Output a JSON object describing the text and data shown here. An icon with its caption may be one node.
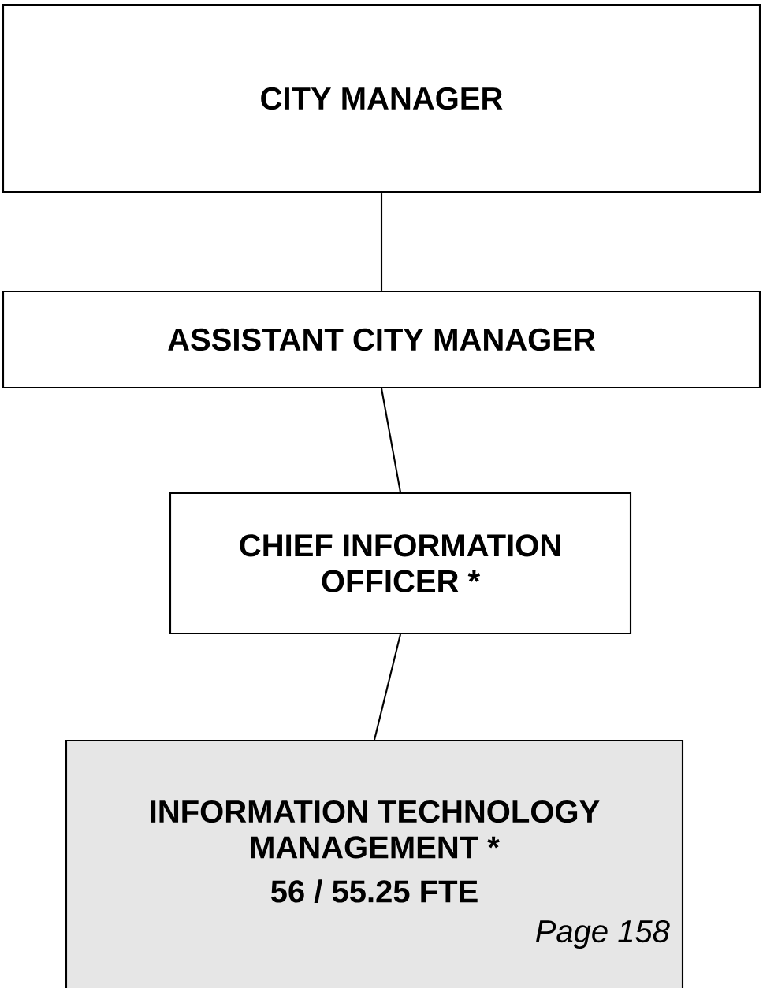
{
  "diagram": {
    "nodes": [
      {
        "text": [
          "CITY MANAGER"
        ]
      },
      {
        "text": [
          "ASSISTANT CITY MANAGER"
        ]
      },
      {
        "text": [
          "CHIEF INFORMATION OFFICER *"
        ]
      },
      {
        "text": [
          "INFORMATION TECHNOLOGY MANAGEMENT *",
          "56 / 55.25 FTE",
          "Page 158"
        ]
      }
    ],
    "edges": [
      {
        "from": 0,
        "to": 1,
        "arrow": "none"
      },
      {
        "from": 1,
        "to": 2,
        "arrow": "none"
      },
      {
        "from": 2,
        "to": 3,
        "arrow": "none"
      }
    ]
  }
}
